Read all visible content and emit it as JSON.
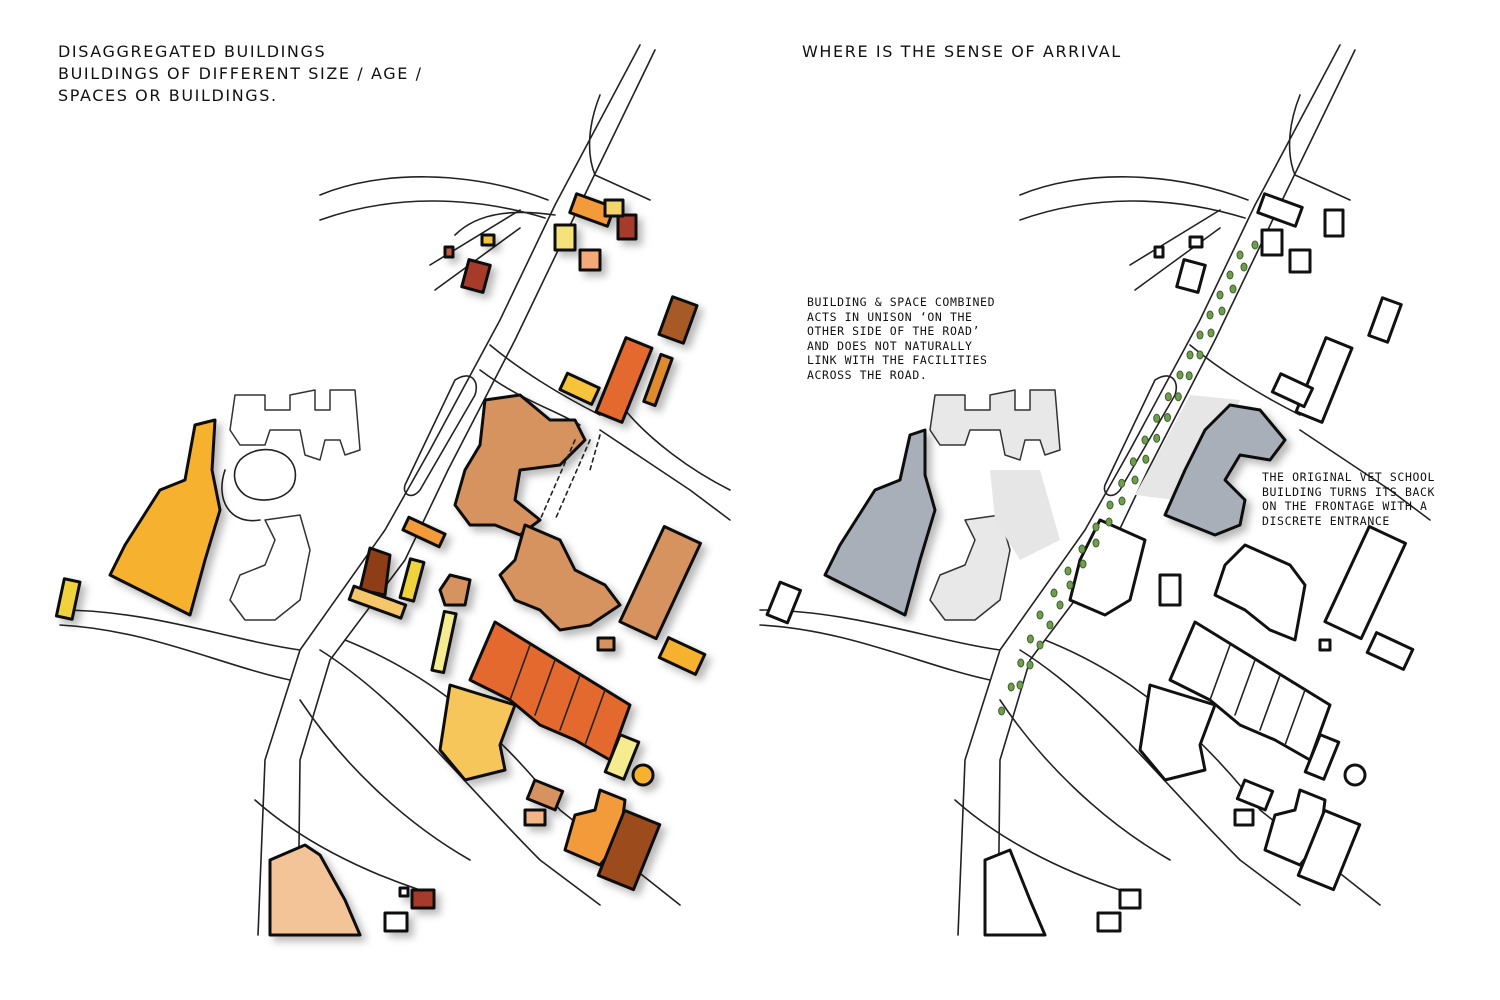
{
  "left_panel": {
    "title": "DISAGGREGATED BUILDINGS\nBUILDINGS OF DIFFERENT SIZE / AGE /\nSPACES OR BUILDINGS."
  },
  "right_panel": {
    "title": "WHERE IS THE SENSE OF ARRIVAL",
    "note_space": "BUILDING & SPACE COMBINED\nACTS IN UNISON ‘ON THE\nOTHER SIDE OF THE ROAD’\nAND DOES NOT NATURALLY\nLINK WITH THE FACILITIES\nACROSS THE ROAD.",
    "note_school": "THE ORIGINAL VET SCHOOL\nBUILDING TURNS ITS BACK\nON THE FRONTAGE WITH A\nDISCRETE ENTRANCE"
  },
  "colors": {
    "gold": "#f6b22e",
    "tan": "#d7935f",
    "orange_red": "#e4692f",
    "light_orange": "#f39a3a",
    "pale_yellow": "#f5ec8f",
    "yellow": "#f0d23e",
    "brown": "#9c4b1b",
    "dark_red": "#a63a2c",
    "light_tan": "#f3b486",
    "grey_building": "#a9afb9",
    "light_grey": "#e6e6e6",
    "tree_green": "#6e9e4e"
  }
}
